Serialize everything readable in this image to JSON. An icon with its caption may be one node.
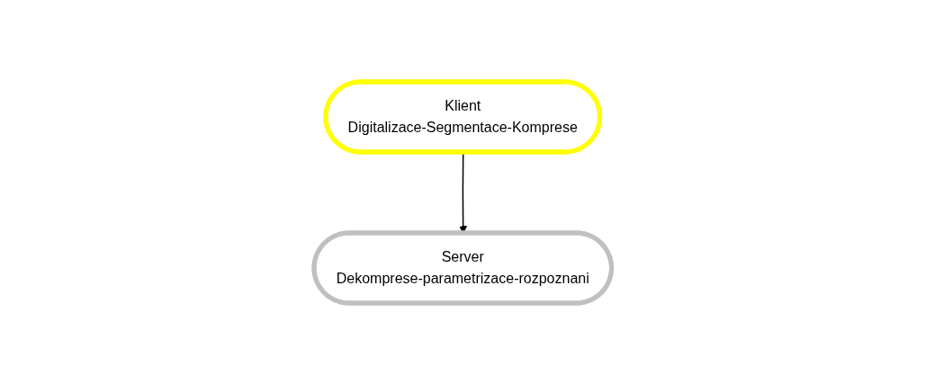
{
  "diagram": {
    "nodes": [
      {
        "text": [
          "Klient",
          "Digitalizace-Segmentace-Komprese"
        ]
      },
      {
        "text": [
          "Server",
          "Dekomprese-parametrizace-rozpoznani"
        ]
      }
    ],
    "edges": [
      {
        "from": 0,
        "to": 1,
        "arrow": "to"
      }
    ]
  }
}
